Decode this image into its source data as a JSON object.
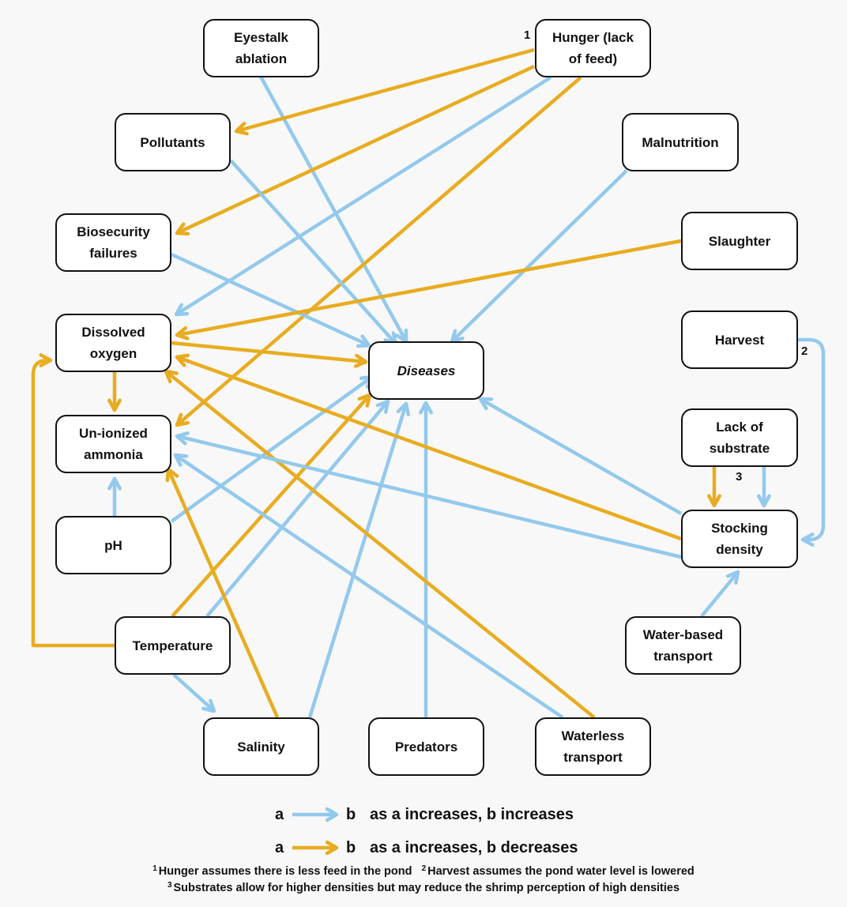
{
  "colors": {
    "increases": "#93c9ec",
    "decreases": "#e8ac21",
    "node_border": "#111111",
    "background": "#f8f8f8"
  },
  "nodes": {
    "eyestalk": "Eyestalk\nablation",
    "hunger": "Hunger (lack\nof feed)",
    "pollutants": "Pollutants",
    "malnutrition": "Malnutrition",
    "biosecurity": "Biosecurity\nfailures",
    "slaughter": "Slaughter",
    "oxygen": "Dissolved\noxygen",
    "harvest": "Harvest",
    "diseases": "Diseases",
    "ammonia": "Un-ionized\nammonia",
    "substrate": "Lack of\nsubstrate",
    "ph": "pH",
    "stocking": "Stocking\ndensity",
    "temperature": "Temperature",
    "water_transport": "Water-based\ntransport",
    "salinity": "Salinity",
    "predators": "Predators",
    "waterless": "Waterless\ntransport"
  },
  "edges": [
    {
      "from": "eyestalk",
      "to": "diseases",
      "effect": "increases"
    },
    {
      "from": "hunger",
      "to": "pollutants",
      "effect": "decreases"
    },
    {
      "from": "hunger",
      "to": "biosecurity",
      "effect": "decreases"
    },
    {
      "from": "hunger",
      "to": "oxygen",
      "effect": "increases"
    },
    {
      "from": "hunger",
      "to": "ammonia",
      "effect": "decreases"
    },
    {
      "from": "pollutants",
      "to": "diseases",
      "effect": "increases"
    },
    {
      "from": "malnutrition",
      "to": "diseases",
      "effect": "increases"
    },
    {
      "from": "biosecurity",
      "to": "diseases",
      "effect": "increases"
    },
    {
      "from": "slaughter",
      "to": "oxygen",
      "effect": "decreases"
    },
    {
      "from": "oxygen",
      "to": "diseases",
      "effect": "decreases"
    },
    {
      "from": "oxygen",
      "to": "ammonia",
      "effect": "decreases"
    },
    {
      "from": "ph",
      "to": "ammonia",
      "effect": "increases"
    },
    {
      "from": "ph",
      "to": "diseases",
      "effect": "increases"
    },
    {
      "from": "temperature",
      "to": "diseases",
      "effect": "decreases"
    },
    {
      "from": "temperature",
      "to": "diseases",
      "effect": "increases"
    },
    {
      "from": "temperature",
      "to": "oxygen",
      "effect": "decreases"
    },
    {
      "from": "temperature",
      "to": "salinity",
      "effect": "increases"
    },
    {
      "from": "salinity",
      "to": "ammonia",
      "effect": "decreases"
    },
    {
      "from": "salinity",
      "to": "diseases",
      "effect": "increases"
    },
    {
      "from": "predators",
      "to": "diseases",
      "effect": "increases"
    },
    {
      "from": "waterless",
      "to": "ammonia",
      "effect": "increases"
    },
    {
      "from": "waterless",
      "to": "oxygen",
      "effect": "decreases"
    },
    {
      "from": "stocking",
      "to": "diseases",
      "effect": "increases"
    },
    {
      "from": "stocking",
      "to": "ammonia",
      "effect": "increases"
    },
    {
      "from": "stocking",
      "to": "oxygen",
      "effect": "decreases"
    },
    {
      "from": "harvest",
      "to": "stocking",
      "effect": "increases"
    },
    {
      "from": "substrate",
      "to": "stocking",
      "effect": "decreases"
    },
    {
      "from": "substrate",
      "to": "stocking",
      "effect": "increases"
    },
    {
      "from": "water_transport",
      "to": "stocking",
      "effect": "increases"
    }
  ],
  "footnote_marks": {
    "hunger": "1",
    "harvest": "2",
    "substrate": "3"
  },
  "legend": {
    "a": "a",
    "b": "b",
    "increases_text": "as a increases, b increases",
    "decreases_text": "as a increases, b decreases"
  },
  "notes": {
    "n1_mark": "1",
    "n1": "Hunger assumes there is less feed in the pond",
    "n2_mark": "2",
    "n2": "Harvest assumes the pond water level is lowered",
    "n3_mark": "3",
    "n3": "Substrates allow for higher densities but may reduce the shrimp perception of high densities"
  }
}
